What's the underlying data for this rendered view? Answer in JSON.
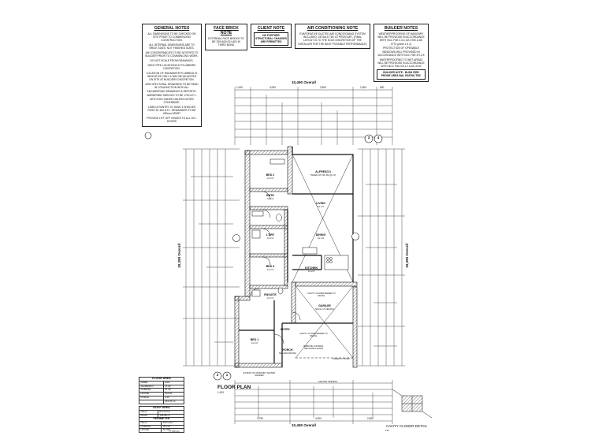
{
  "notes": {
    "general": {
      "title": "GENERAL NOTES",
      "lines": [
        "ALL DIMENSIONS TO BE CHECKED ON SITE PRIOR TO COMMENCING CONSTRUCTION.",
        "ALL INTERNAL DIMENSIONS ARE TO BRICK SIZES, NOT FINISHED SIZES.",
        "ANY DISCREPANCIES TO BE NOTIFIED TO BUILDER PRIOR TO COMMENCING WORK.",
        "DO NOT SCALE FROM DRAWINGS.",
        "DENT PIPE LOCATIONS AT PLUMBERS DISCRETION.",
        "LOCATION OF RAINWATER PLUMBING IS INDICATIVE ONLY & MAY BE ADJUSTED ON SITE AT BUILDERS DISCRETION.",
        "ARCHITECTURAL DRAWINGS TO BE READ IN CONJUNCTION WITH ALL ENGINEERING DRAWINGS & REPORTS.",
        "WARDROBE SHELVES TO BE 1700 A.F.L. WITH ROD UNDER UNLESS NOTED OTHERWISE.",
        "LINEN & PANTRY TO HAVE 4 SHELVES FIRST AT 450 A.F.L. REMAINDER TO BE 450mm APART",
        "PROVIDE LIFT OFF HINGES TO ALL W.C. DOORS"
      ]
    },
    "face_brick": {
      "title": "FACE BRICK NOTE",
      "text": "EXTERNAL FACE BRICKS TO BE 230x162x76 LAID IN THIRD BOND"
    },
    "client": {
      "title": "CLIENT NOTE",
      "text": "NO FURTHER STRUCTURAL CHANGES ARE PERMITTED"
    },
    "air_con": {
      "title": "AIR CONDITIONING NOTE",
      "text": "EVAPORATIVE DUCTED AIR CONDITIONING SYSTEM INCLUDED. DETAILS TBC AT PRESTART. (FINAL LAYOUT IS TO THE SOLE DISCRETION OF THE INSTALLER FOR THE BEST POSSIBLE PERFORMANCE)"
    },
    "builder": {
      "title": "BUILDER NOTES",
      "lines": [
        "WEATHERPROOFING OF MASONRY WILL BE PROVIDED IN ACCORDANCE WITH NCC Part 3.3.4, AS 3700 & AS 4773 (parts 1 & 2)",
        "PROTECTION OF OPENABLE WINDOWS WILL PROVIDED IN ACCORDANCE WITH NCC Part 3.9.2.5",
        "WATERPROOFING TO WET AREAS WILL BE PROVIDED IN ACCORDANCE WITH NCC Part 3.8.1.2 & AS 3740"
      ],
      "fire_note": "BUILDER NOTE : BUSH FIRE PRONE AREA BAL RATING TBC"
    }
  },
  "overall": {
    "width_top": "10,490 Overall",
    "width_bottom": "10,490 Overall",
    "length_left": "18,390 Overall",
    "length_right": "18,390 Overall"
  },
  "top_dims": [
    "1,000",
    "3,090",
    "3,900",
    "1,500",
    "800"
  ],
  "bottom_dims": [
    "3,790",
    "4,200",
    "2,500"
  ],
  "rooms": {
    "alfresco": {
      "name": "ALFRESCO",
      "sub": "PAVED AT FFL\n4M @ 2.8"
    },
    "bed2": {
      "name": "BED 2",
      "sub": "CL 2.6"
    },
    "bath": {
      "name": "BATH",
      "sub": "CL 2.6"
    },
    "living": {
      "name": "LIVING",
      "sub": "CL 2.6"
    },
    "ldry": {
      "name": "L'DRY",
      "sub": "CL 2.6"
    },
    "dining": {
      "name": "DINING",
      "sub": "CL 2.6"
    },
    "bed3": {
      "name": "BED 3",
      "sub": "CL 2.6"
    },
    "kitchen": {
      "name": "KITCHEN",
      "sub": "CL 2.6"
    },
    "ensuite": {
      "name": "ENSUITE",
      "sub": "CL 2.6"
    },
    "garage": {
      "name": "GARAGE",
      "sub": "NFLS\n2.4 CEILING"
    },
    "bed1": {
      "name": "BED 1",
      "sub": "CL 2.6"
    },
    "entry": {
      "name": "ENTRY",
      "sub": ""
    },
    "porch": {
      "name": "PORCH",
      "sub": "NFL/E03\nPAVING"
    }
  },
  "annotations": {
    "cavity_closer_1": "CAVITY CLOSER REFER TO DETAIL",
    "cavity_closer_2": "CAVITY CLOSER REFER TO DETAIL",
    "remote_control": "REMOTE CONTROL SECTIONAL DOOR",
    "panel_lift": "PANELIFT DOOR",
    "extent_of_masonry": "EXTENT OF MASONRY SHOWN SHADED",
    "garage_opening": "GARAGE OPENING"
  },
  "plan": {
    "title": "FLOOR PLAN",
    "scale": "1:100",
    "section_marks": [
      "3",
      "4",
      "2",
      "1"
    ],
    "cavity_detail_title": "CAVITY CLOSER DETAIL",
    "cavity_detail_scale": "1:20"
  },
  "floor_area": {
    "title": "FLOOR AREA",
    "headers": [
      "NAME",
      "Area"
    ],
    "rows": [
      [
        "ALFRESCO",
        "17.22"
      ],
      [
        "GARAGE",
        "37.49"
      ],
      [
        "HOUSE",
        "104.92"
      ],
      [
        "PORCH",
        "4.13"
      ]
    ],
    "total": "163.76 m²"
  },
  "roof_area": {
    "title": "ROOF AREA",
    "headers": [
      "Name",
      "Roof Area"
    ],
    "rows": [
      [
        "ROOF",
        "195.88 m²"
      ]
    ]
  },
  "perimeter": {
    "title": "PERIMETER",
    "headers": [
      "Name",
      "Perimeter"
    ],
    "rows": [
      [
        "GARAGE",
        "25.100"
      ],
      [
        "HOUSE",
        "54.350"
      ]
    ],
    "total": "77.418 mm"
  }
}
